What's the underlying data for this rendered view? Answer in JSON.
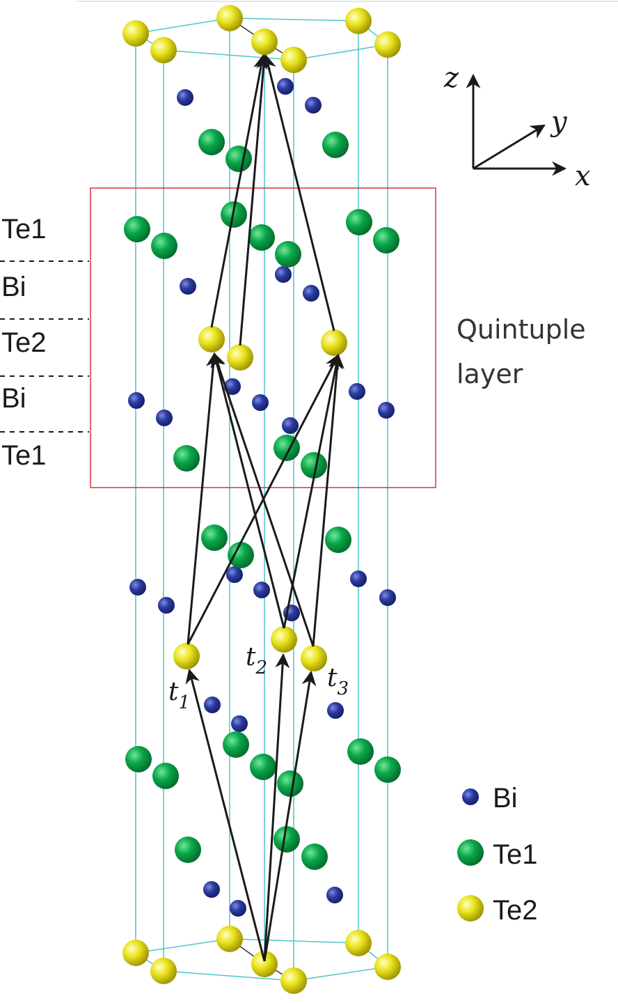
{
  "layer_labels": [
    "Te1",
    "Bi",
    "Te2",
    "Bi",
    "Te1"
  ],
  "quintuple_label": [
    "Quintuple",
    "layer"
  ],
  "axes": {
    "z": "z",
    "y": "y",
    "x": "x"
  },
  "vectors": [
    {
      "letter": "t",
      "sub": "1"
    },
    {
      "letter": "t",
      "sub": "2"
    },
    {
      "letter": "t",
      "sub": "3"
    }
  ],
  "legend": [
    {
      "label": "Bi",
      "color": "#2b3aa0",
      "icon": "bi-atom-icon"
    },
    {
      "label": "Te1",
      "color": "#0aa64a",
      "icon": "te1-atom-icon"
    },
    {
      "label": "Te2",
      "color": "#e6e020",
      "icon": "te2-atom-icon"
    }
  ],
  "colors": {
    "cell_lines": "#4fc3c8",
    "box": "#d9343a",
    "arrows": "#1a1a1a"
  }
}
